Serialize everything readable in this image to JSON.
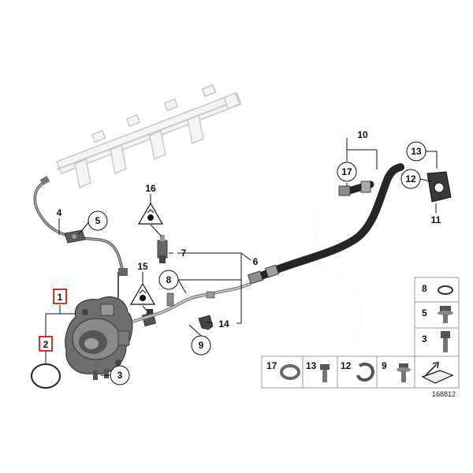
{
  "callouts": {
    "c1": "1",
    "c2": "2",
    "c3": "3",
    "c4": "4",
    "c5": "5",
    "c6": "6",
    "c7": "7",
    "c8": "8",
    "c9": "9",
    "c10": "10",
    "c11": "11",
    "c12": "12",
    "c13": "13",
    "c14": "14",
    "c15": "15",
    "c16": "16",
    "c17": "17"
  },
  "legend_right": [
    {
      "num": "8",
      "icon": "o-ring-icon"
    },
    {
      "num": "5",
      "icon": "hex-bolt-washer-icon"
    },
    {
      "num": "3",
      "icon": "socket-cap-screw-icon"
    }
  ],
  "legend_bottom": [
    {
      "num": "17",
      "icon": "hose-clamp-icon"
    },
    {
      "num": "13",
      "icon": "hex-bolt-icon"
    },
    {
      "num": "12",
      "icon": "clip-clamp-icon"
    },
    {
      "num": "9",
      "icon": "flange-bolt-icon"
    }
  ],
  "diagram_id": "168812",
  "colors": {
    "highlight": "#cc0000",
    "hose": "#2b2b2b",
    "ghost": "#c8c8c8"
  }
}
